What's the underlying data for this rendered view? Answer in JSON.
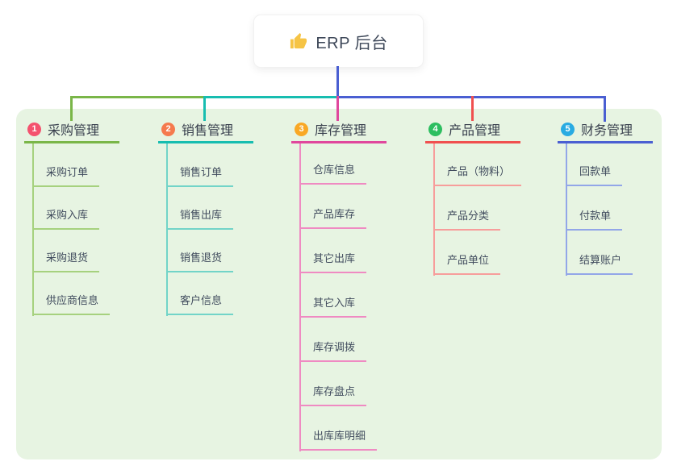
{
  "root": {
    "label": "ERP 后台",
    "icon": "thumbs-up-icon",
    "icon_color": "#f6c445",
    "line_color": "#4a5fd2"
  },
  "canvas_color": "#e7f4e2",
  "branches": [
    {
      "badge": "1",
      "label": "采购管理",
      "badge_color": "#f4526e",
      "line_color": "#7ab648",
      "item_line_color": "#a6d17e",
      "items": [
        "采购订单",
        "采购入库",
        "采购退货",
        "供应商信息"
      ]
    },
    {
      "badge": "2",
      "label": "销售管理",
      "badge_color": "#f57a4e",
      "line_color": "#17bdb0",
      "item_line_color": "#72d4c8",
      "items": [
        "销售订单",
        "销售出库",
        "销售退货",
        "客户信息"
      ]
    },
    {
      "badge": "3",
      "label": "库存管理",
      "badge_color": "#f9a825",
      "line_color": "#e0479d",
      "item_line_color": "#ef8ac2",
      "items": [
        "仓库信息",
        "产品库存",
        "其它出库",
        "其它入库",
        "库存调拨",
        "库存盘点",
        "出库库明细"
      ]
    },
    {
      "badge": "4",
      "label": "产品管理",
      "badge_color": "#2dbe60",
      "line_color": "#f0504f",
      "item_line_color": "#f79d9b",
      "items": [
        "产品（物料）",
        "产品分类",
        "产品单位"
      ]
    },
    {
      "badge": "5",
      "label": "财务管理",
      "badge_color": "#29abe2",
      "line_color": "#4a5fd2",
      "item_line_color": "#92a6e8",
      "items": [
        "回款单",
        "付款单",
        "结算账户"
      ]
    }
  ]
}
